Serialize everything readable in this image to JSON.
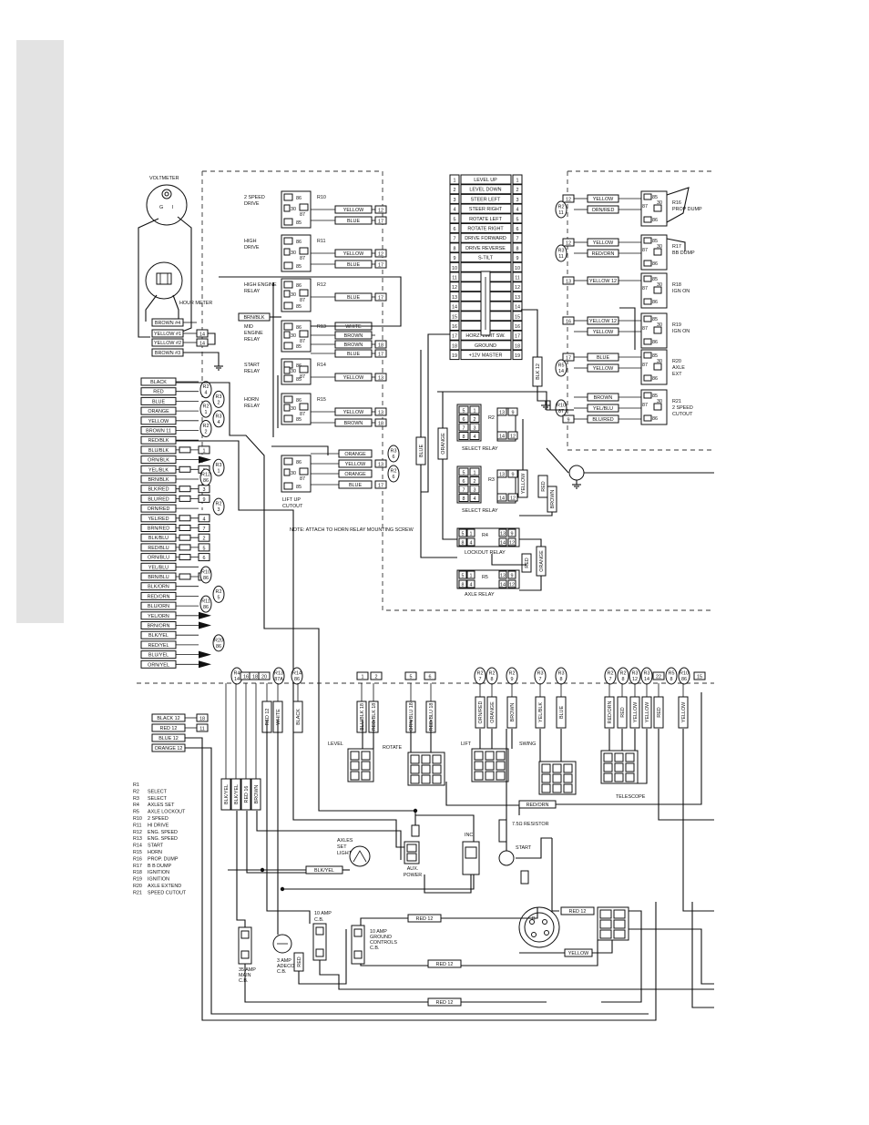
{
  "voltmeter": {
    "title": "VOLTMETER",
    "term_g": "G",
    "term_i": "I"
  },
  "hour_meter": {
    "title": "HOUR METER",
    "wires": [
      {
        "label": "BROWN #4",
        "num": ""
      },
      {
        "label": "YELLOW #1",
        "num": "14"
      },
      {
        "label": "YELLOW #2",
        "num": "14"
      },
      {
        "label": "BROWN #3",
        "num": ""
      }
    ]
  },
  "relays_left": [
    {
      "id": "R10",
      "name": [
        "2 SPEED",
        "DRIVE"
      ],
      "wires": [
        {
          "color": "YELLOW",
          "num": "12"
        },
        {
          "color": "BLUE",
          "num": "17"
        }
      ]
    },
    {
      "id": "R11",
      "name": [
        "HIGH",
        "DRIVE"
      ],
      "wires": [
        {
          "color": "YELLOW",
          "num": "12"
        },
        {
          "color": "BLUE",
          "num": "17"
        }
      ]
    },
    {
      "id": "R12",
      "name": [
        "HIGH ENGINE",
        "RELAY"
      ],
      "wires": [
        {
          "color": "BLUE",
          "num": "17"
        }
      ]
    },
    {
      "id": "R13",
      "name": [
        "MID",
        "ENGINE",
        "RELAY"
      ],
      "wires": [
        {
          "color": "WHITE",
          "num": ""
        },
        {
          "color": "BROWN",
          "num": ""
        },
        {
          "color": "BROWN",
          "num": "18"
        },
        {
          "color": "BLUE",
          "num": "17"
        }
      ]
    },
    {
      "id": "R14",
      "name": [
        "START",
        "RELAY"
      ],
      "wires": [
        {
          "color": "YELLOW",
          "num": "13"
        }
      ]
    },
    {
      "id": "R15",
      "name": [
        "HORN",
        "RELAY"
      ],
      "wires": [
        {
          "color": "YELLOW",
          "num": "13"
        },
        {
          "color": "BROWN",
          "num": "18"
        }
      ]
    }
  ],
  "brn_blk_label": "BRN/BLK",
  "lift_cutout": {
    "name": [
      "LIFT UP",
      "CUTOUT"
    ],
    "wires": [
      {
        "color": "ORANGE",
        "num": "R3 6"
      },
      {
        "color": "YELLOW",
        "num": "13"
      },
      {
        "color": "ORANGE",
        "num": "R2 6"
      },
      {
        "color": "BLUE",
        "num": "17"
      }
    ],
    "note": "NOTE: ATTACH TO HORN RELAY MOUNTING SCREW"
  },
  "terminal_strip": {
    "rows": [
      {
        "n": "1",
        "label": "LEVEL UP"
      },
      {
        "n": "2",
        "label": "LEVEL DOWN"
      },
      {
        "n": "3",
        "label": "STEER LEFT"
      },
      {
        "n": "4",
        "label": "STEER RIGHT"
      },
      {
        "n": "5",
        "label": "ROTATE LEFT"
      },
      {
        "n": "6",
        "label": "ROTATE RIGHT"
      },
      {
        "n": "7",
        "label": "DRIVE FORWARD"
      },
      {
        "n": "8",
        "label": "DRIVE REVERSE"
      },
      {
        "n": "9",
        "label": "S-TILT"
      },
      {
        "n": "10",
        "label": ""
      },
      {
        "n": "11",
        "label": ""
      },
      {
        "n": "12",
        "label": ""
      },
      {
        "n": "13",
        "label": ""
      },
      {
        "n": "14",
        "label": ""
      },
      {
        "n": "15",
        "label": ""
      },
      {
        "n": "16",
        "label": ""
      },
      {
        "n": "17",
        "label": "HORZ. LIMIT SW."
      },
      {
        "n": "18",
        "label": "GROUND"
      },
      {
        "n": "19",
        "label": "+12V MASTER"
      }
    ]
  },
  "relays_right": [
    {
      "id": "R16",
      "name": [
        "PROP DUMP"
      ],
      "wires": [
        {
          "color": "YELLOW",
          "num": "12"
        },
        {
          "color": "ORN/RED",
          "num": "R2 11"
        }
      ]
    },
    {
      "id": "R17",
      "name": [
        "BB DUMP"
      ],
      "wires": [
        {
          "color": "YELLOW",
          "num": "12"
        },
        {
          "color": "RED/ORN",
          "num": "R3 11"
        }
      ]
    },
    {
      "id": "R18",
      "name": [
        "IGN ON"
      ],
      "wires": [
        {
          "color": "YELLOW 12",
          "num": "13"
        }
      ]
    },
    {
      "id": "R19",
      "name": [
        "IGN ON"
      ],
      "wires": [
        {
          "color": "YELLOW 12",
          "num": "16"
        },
        {
          "color": "YELLOW",
          "num": ""
        }
      ]
    },
    {
      "id": "R20",
      "name": [
        "AXLE",
        "EXT"
      ],
      "wires": [
        {
          "color": "BLUE",
          "num": "17"
        },
        {
          "color": "YELLOW",
          "num": "R5 14"
        }
      ]
    },
    {
      "id": "R21",
      "name": [
        "2 SPEED",
        "CUTOUT"
      ],
      "wires": [
        {
          "color": "BROWN",
          "num": ""
        },
        {
          "color": "YEL/BLU",
          "num": "R10 87"
        },
        {
          "color": "BLU/RED",
          "num": "9"
        }
      ]
    }
  ],
  "relay_pins": {
    "p85": "85",
    "p86": "86",
    "p87": "87",
    "p30": "30",
    "p87a": "87a"
  },
  "select_relays": [
    {
      "id": "R2",
      "label": "SELECT RELAY"
    },
    {
      "id": "R3",
      "label": "SELECT RELAY"
    },
    {
      "id": "R4",
      "label": "LOCKOUT RELAY"
    },
    {
      "id": "R5",
      "label": "AXLE RELAY"
    }
  ],
  "vertical_wire_labels": {
    "blue": "BLUE",
    "orange": "ORANGE",
    "blk12": "BLK 12",
    "red": "RED",
    "brown": "BROWN",
    "yellow": "YELLOW"
  },
  "harness": [
    {
      "c": "BLACK",
      "n": ""
    },
    {
      "c": "RED",
      "n": ""
    },
    {
      "c": "BLUE",
      "n": ""
    },
    {
      "c": "ORANGE",
      "n": ""
    },
    {
      "c": "YELLOW",
      "n": ""
    },
    {
      "c": "BROWN 11",
      "n": ""
    },
    {
      "c": "RED/BLK",
      "n": ""
    },
    {
      "c": "BLU/BLK",
      "n": "1"
    },
    {
      "c": "ORN/BLK",
      "n": ""
    },
    {
      "c": "YEL/BLK",
      "n": "1"
    },
    {
      "c": "BRN/BLK",
      "n": ""
    },
    {
      "c": "BLK/RED",
      "n": "3"
    },
    {
      "c": "BLU/RED",
      "n": "9"
    },
    {
      "c": "ORN/RED",
      "n": ""
    },
    {
      "c": "YEL/RED",
      "n": "4"
    },
    {
      "c": "BRN/RED",
      "n": "7"
    },
    {
      "c": "BLK/BLU",
      "n": "2"
    },
    {
      "c": "RED/BLU",
      "n": "5"
    },
    {
      "c": "ORN/BLU",
      "n": "6"
    },
    {
      "c": "YEL/BLU",
      "n": ""
    },
    {
      "c": "BRN/BLU",
      "n": "8"
    },
    {
      "c": "BLK/ORN",
      "n": ""
    },
    {
      "c": "RED/ORN",
      "n": ""
    },
    {
      "c": "BLU/ORN",
      "n": ""
    },
    {
      "c": "YEL/ORN",
      "n": ""
    },
    {
      "c": "BRN/ORN",
      "n": ""
    },
    {
      "c": "BLK/YEL",
      "n": ""
    },
    {
      "c": "RED/YEL",
      "n": ""
    },
    {
      "c": "BLU/YEL",
      "n": ""
    },
    {
      "c": "ORN/YEL",
      "n": ""
    }
  ],
  "harness_refs": [
    {
      "row": 1,
      "ref": "R2 4"
    },
    {
      "row": 2,
      "ref": "R3 2"
    },
    {
      "row": 3,
      "ref": "R2 1"
    },
    {
      "row": 4,
      "ref": "R3 4"
    },
    {
      "row": 5,
      "ref": "R2 2"
    },
    {
      "row": 9,
      "ref": "R3 1"
    },
    {
      "row": 10,
      "ref": "R12 86"
    },
    {
      "row": 13,
      "ref": "R2 3"
    },
    {
      "row": 20,
      "ref": "R10 86"
    },
    {
      "row": 22,
      "ref": "R2 5"
    },
    {
      "row": 23,
      "ref": "R11 86"
    },
    {
      "row": 27,
      "ref": "R20 86"
    }
  ],
  "ground_cables": [
    {
      "c": "BLACK 12",
      "n": "18"
    },
    {
      "c": "RED 12",
      "n": "11"
    },
    {
      "c": "BLUE 12",
      "n": ""
    },
    {
      "c": "ORANGE 12",
      "n": ""
    }
  ],
  "top_refs_bottom": [
    "R4 14",
    "16",
    "18",
    "20",
    "R13 87A",
    "R14 86",
    "1",
    "2",
    "5",
    "6",
    "R2 7",
    "R2 8",
    "R2 9",
    "R3 7",
    "R3 8",
    "R2 7",
    "R2 8",
    "R3 12",
    "R3 14",
    "22",
    "R5 8",
    "R10 86",
    "15"
  ],
  "bottom_vertical_labels": [
    "RED 12",
    "WHITE",
    "BLACK",
    "BLU/BLK 18",
    "RED/BLK 18",
    "ORN/BLU 18",
    "RED/BLU 18",
    "ORN/RED",
    "ORANGE",
    "BROWN",
    "YEL/BLK",
    "BLUE",
    "RED/ORN",
    "RED",
    "YELLOW",
    "YELLOW",
    "RED",
    "YELLOW",
    "BLK/YEL",
    "BLK/YEL",
    "RED 16",
    "BROWN",
    "RED"
  ],
  "switches": {
    "level": "LEVEL",
    "rotate": "ROTATE",
    "lift": "LIFT",
    "swing": "SWING",
    "telescope": "TELESCOPE"
  },
  "bottom": {
    "red_orn": "RED/ORN",
    "resistor": "7.5Ω RESISTOR",
    "inc": "INC.",
    "start": "START",
    "aux_power": [
      "AUX.",
      "POWER"
    ],
    "axles_set_light": [
      "AXLES",
      "SET",
      "LIGHT"
    ],
    "blk_yel": "BLK/YEL",
    "cb10": [
      "10 AMP",
      "C.B."
    ],
    "cb10g": [
      "10 AMP",
      "GROUND",
      "CONTROLS",
      "C.B."
    ],
    "cb35": [
      "35 AMP",
      "MAIN",
      "C.B."
    ],
    "cb3": [
      "3 AMP",
      "ADECO",
      "C.B."
    ],
    "red12": "RED 12",
    "yellow": "YELLOW",
    "red": "RED"
  },
  "legend": [
    {
      "id": "R1",
      "desc": ""
    },
    {
      "id": "R2",
      "desc": "SELECT"
    },
    {
      "id": "R3",
      "desc": "SELECT"
    },
    {
      "id": "R4",
      "desc": "AXLES SET"
    },
    {
      "id": "R5",
      "desc": "AXLE LOCKOUT"
    },
    {
      "id": "R10",
      "desc": "2 SPEED"
    },
    {
      "id": "R11",
      "desc": "HI DRIVE"
    },
    {
      "id": "R12",
      "desc": "ENG. SPEED"
    },
    {
      "id": "R13",
      "desc": "ENG. SPEED"
    },
    {
      "id": "R14",
      "desc": "START"
    },
    {
      "id": "R15",
      "desc": "HORN"
    },
    {
      "id": "R16",
      "desc": "PROP. DUMP"
    },
    {
      "id": "R17",
      "desc": "B B DUMP"
    },
    {
      "id": "R18",
      "desc": "IGNITION"
    },
    {
      "id": "R19",
      "desc": "IGNITION"
    },
    {
      "id": "R20",
      "desc": "AXLE EXTEND"
    },
    {
      "id": "R21",
      "desc": "SPEED CUTOUT"
    }
  ]
}
